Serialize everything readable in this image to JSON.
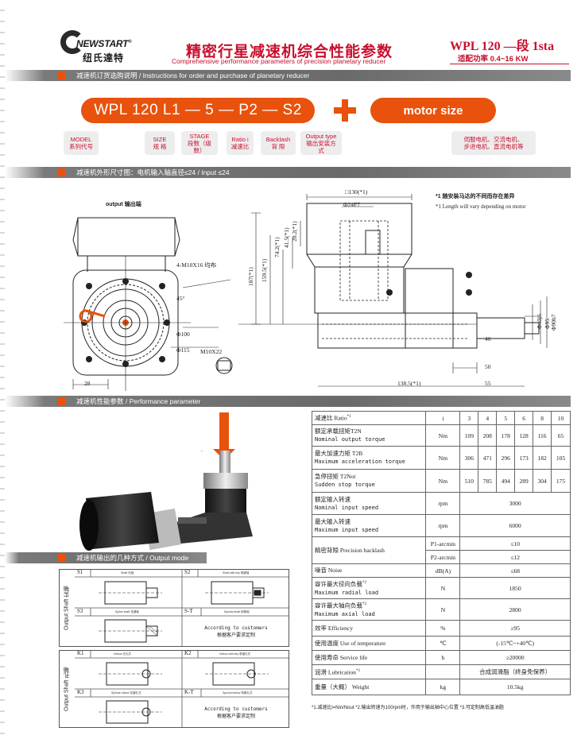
{
  "header": {
    "brand_en": "NEWSTART",
    "brand_reg": "®",
    "brand_zh": "纽氏達特",
    "title_zh": "精密行星减速机综合性能参数",
    "title_en": "Comprehensive performance parameters of precision planetary reducer",
    "model_title": "WPL 120 —段 1sta",
    "model_sub": "适配功率 0.4~16 KW"
  },
  "sections": {
    "order": "减速机订货选购说明 / Instructions for order and purchase of planetary reducer",
    "dims": "减速机外形尺寸图：电机输入轴直径≤24 / Input ≤24",
    "perf": "减速机性能参数 / Performance parameter",
    "output": "减速机输出的几种方式 / Output mode"
  },
  "order": {
    "code": "WPL 120 L1 — 5 — P2 — S2",
    "motor": "motor size",
    "tags": [
      {
        "l1": "MODEL",
        "l2": "系列代号"
      },
      {
        "l1": "SIZE",
        "l2": "规 格"
      },
      {
        "l1": "STAGE",
        "l2": "段数（级数）"
      },
      {
        "l1": "Ratio i",
        "l2": "减速比"
      },
      {
        "l1": "Backlash",
        "l2": "背 隙"
      },
      {
        "l1": "Output type",
        "l2": "输出安装方式"
      }
    ],
    "motor_tag_1": "伺服电机、交流电机、",
    "motor_tag_2": "步进电机、直流电机等"
  },
  "drawing": {
    "output_label": "output 输出端",
    "note1": "*1 随安装马达的不同而存在差异",
    "note2": "*1 Length will vary depending on motor",
    "dims": {
      "d1": "□130(*1)",
      "d2": "Φ24F7",
      "d3": "4-M10X16 均布",
      "d4": "45°",
      "d5": "Φ100",
      "d6": "Φ115",
      "d7": "M10X22",
      "d8": "28",
      "d9": "187(*1)",
      "d10": "159.5(*1)",
      "d11": "74.2(*1)",
      "d12": "41.5(*1)",
      "d13": "20.2(*1)",
      "d14": "40",
      "d15": "Φ40j6",
      "d16": "Φ95",
      "d17": "Φ90h7",
      "d18": "50",
      "d19": "138.5(*1)",
      "d20": "55"
    }
  },
  "perf_table": {
    "ratio_label": "减速比 Ratio",
    "ratio_sup": "*1",
    "ratio_unit": "i",
    "ratios": [
      "3",
      "4",
      "5",
      "6",
      "8",
      "10"
    ],
    "rows_multi": [
      {
        "zh": "额定承载扭矩T2N",
        "en": "Nominal output torque",
        "unit": "Nm",
        "vals": [
          "109",
          "208",
          "178",
          "128",
          "116",
          "65"
        ]
      },
      {
        "zh": "最大加速力矩 T2B",
        "en": "Maximum acceleration torque",
        "unit": "Nm",
        "vals": [
          "306",
          "471",
          "296",
          "173",
          "182",
          "105"
        ]
      },
      {
        "zh": "急停扭矩 T2Not",
        "en": "Sudden stop torque",
        "unit": "Nm",
        "vals": [
          "510",
          "785",
          "494",
          "289",
          "304",
          "175"
        ]
      }
    ],
    "rows_single": [
      {
        "zh": "额定输入转速",
        "en": "Nominal input speed",
        "unit": "rpm",
        "val": "3000"
      },
      {
        "zh": "最大输入转速",
        "en": "Maximum input speed",
        "unit": "rpm",
        "val": "6000"
      }
    ],
    "backlash_label": "精密背隙 Precision backlash",
    "backlash_rows": [
      {
        "unit": "P1-arcmin",
        "val": "≤10"
      },
      {
        "unit": "P2-arcmin",
        "val": "≤12"
      }
    ],
    "rows_tail": [
      {
        "zh": "噪音 Noise",
        "en": "",
        "sup": "",
        "unit": "dB(A)",
        "val": "≤68"
      },
      {
        "zh": "容许最大径向负载",
        "en": "Maximum radial load",
        "sup": "*2",
        "unit": "N",
        "val": "1850"
      },
      {
        "zh": "容许最大轴向负载",
        "en": "Maximum axial load",
        "sup": "*2",
        "unit": "N",
        "val": "2800"
      },
      {
        "zh": "效率 Efficiency",
        "en": "",
        "sup": "",
        "unit": "%",
        "val": "≥95"
      },
      {
        "zh": "使用温度 Use of temperature",
        "en": "",
        "sup": "",
        "unit": "℃",
        "val": "(-15℃~+40℃)"
      },
      {
        "zh": "使用寿命 Service life",
        "en": "",
        "sup": "",
        "unit": "h",
        "val": "≥20000"
      },
      {
        "zh": "润滑 Lubrication",
        "en": "",
        "sup": "*3",
        "unit": "",
        "val": "合成润滑脂（终身免保养）"
      },
      {
        "zh": "重量（大概） Weight",
        "en": "",
        "sup": "",
        "unit": "kg",
        "val": "10.5kg"
      }
    ],
    "footnote": "*1.减速比i=Nin/Nout  *2.输出转速为100rpm时，作用于输出轴中心位置  *3.可定制高低温油脂"
  },
  "output_modes": {
    "side1": "Output Shaft 实轴",
    "side2": "Output Shaft 孔轴",
    "s1": "S1",
    "s1_sub": "Shaft 光轴",
    "s2": "S2",
    "s2_sub": "Shaft with key 带键轴",
    "s3": "S3",
    "s3_sub": "Spline shaft 花键轴",
    "st": "S-T",
    "st_sub": "Special shaft 特殊轴",
    "k1": "K1",
    "k1_sub": "Hollow 光孔式",
    "k2": "K2",
    "k2_sub": "Hollow with key 带键孔式",
    "k3": "K3",
    "k3_sub": "Splinde hollow 花键孔式",
    "kt": "K-T",
    "kt_sub": "Special hollow 特殊孔式",
    "cust_en": "According to customers",
    "cust_zh": "根据客户要求定制"
  },
  "colors": {
    "accent": "#e8520c",
    "brand_red": "#c8102e",
    "bar_gray": "#6a6a6a"
  }
}
